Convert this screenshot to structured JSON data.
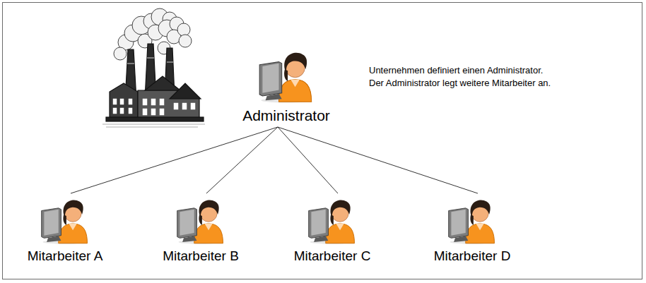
{
  "diagram": {
    "nodes": [
      {
        "text": [
          "Administrator"
        ]
      },
      {
        "text": [
          "Mitarbeiter A"
        ]
      },
      {
        "text": [
          "Mitarbeiter B"
        ]
      },
      {
        "text": [
          "Mitarbeiter C"
        ]
      },
      {
        "text": [
          "Mitarbeiter D"
        ]
      }
    ],
    "edges": [
      {
        "from": 0,
        "to": 1,
        "arrow": "none"
      },
      {
        "from": 0,
        "to": 2,
        "arrow": "none"
      },
      {
        "from": 0,
        "to": 3,
        "arrow": "none"
      },
      {
        "from": 0,
        "to": 4,
        "arrow": "none"
      }
    ],
    "labels": [
      "Unternehmen definiert einen Administrator.",
      "Der Administrator legt weitere Mitarbeiter an."
    ]
  }
}
